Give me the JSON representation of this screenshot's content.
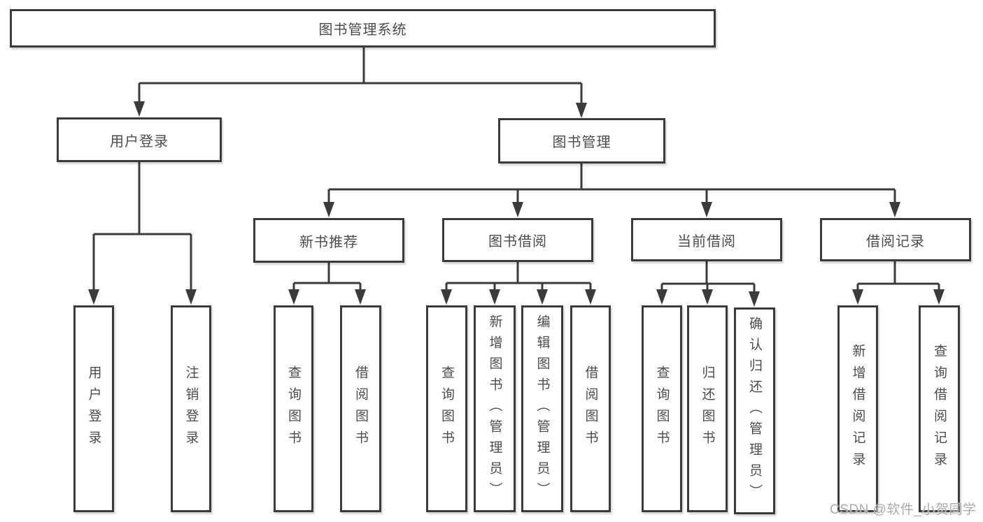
{
  "diagram": {
    "title": "图书管理系统",
    "nodes": {
      "root": {
        "label": "图书管理系统"
      },
      "user_login": {
        "label": "用户登录"
      },
      "book_management": {
        "label": "图书管理"
      },
      "new_book_recommend": {
        "label": "新书推荐"
      },
      "book_borrowing": {
        "label": "图书借阅"
      },
      "current_borrowing": {
        "label": "当前借阅"
      },
      "borrowing_records": {
        "label": "借阅记录"
      },
      "leaf_user_login": {
        "label": "用户登录"
      },
      "leaf_logout": {
        "label": "注销登录"
      },
      "leaf_nb_query_books": {
        "label": "查询图书"
      },
      "leaf_nb_borrow_books": {
        "label": "借阅图书"
      },
      "leaf_bb_query_books": {
        "label": "查询图书"
      },
      "leaf_bb_add_books": {
        "label": "新增图书（管理员）"
      },
      "leaf_bb_edit_books": {
        "label": "编辑图书（管理员）"
      },
      "leaf_bb_borrow_books": {
        "label": "借阅图书"
      },
      "leaf_cb_query_books": {
        "label": "查询图书"
      },
      "leaf_cb_return_books": {
        "label": "归还图书"
      },
      "leaf_cb_confirm_return": {
        "label": "确认归还（管理员）"
      },
      "leaf_br_add_record": {
        "label": "新增借阅记录"
      },
      "leaf_br_query_record": {
        "label": "查询借阅记录"
      }
    },
    "watermark": "CSDN @软件_小贺同学",
    "colors": {
      "line": "#3b3b3d",
      "text": "#4c4c4e",
      "background": "#ffffff",
      "watermark": "#a9acaf"
    }
  }
}
